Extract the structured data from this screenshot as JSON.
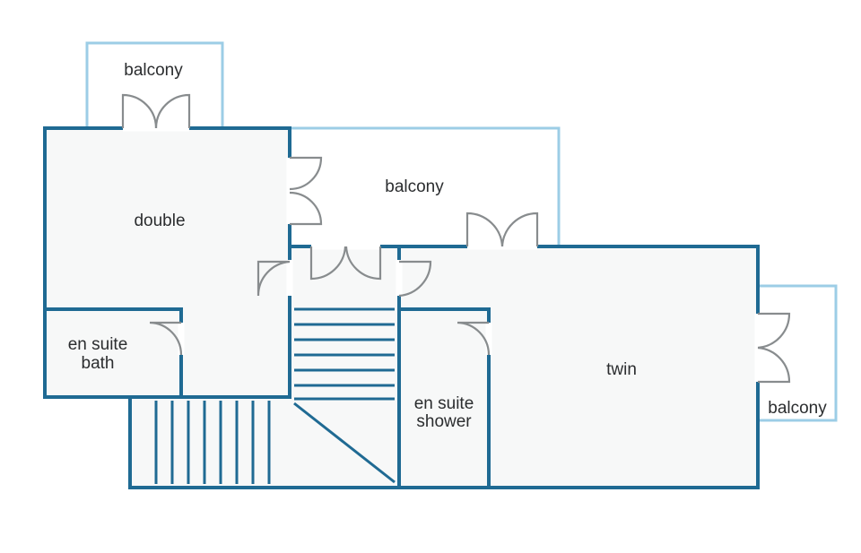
{
  "rooms": {
    "balcony_top": "balcony",
    "balcony_middle": "balcony",
    "balcony_right": "balcony",
    "double": "double",
    "en_suite_bath": [
      "en suite",
      "bath"
    ],
    "en_suite_shower": [
      "en suite",
      "shower"
    ],
    "twin": "twin"
  },
  "colors": {
    "wall": "#1f6a93",
    "balcony_outline": "#9ccde6",
    "room_fill": "#f7f8f8",
    "door": "#888c8e"
  }
}
